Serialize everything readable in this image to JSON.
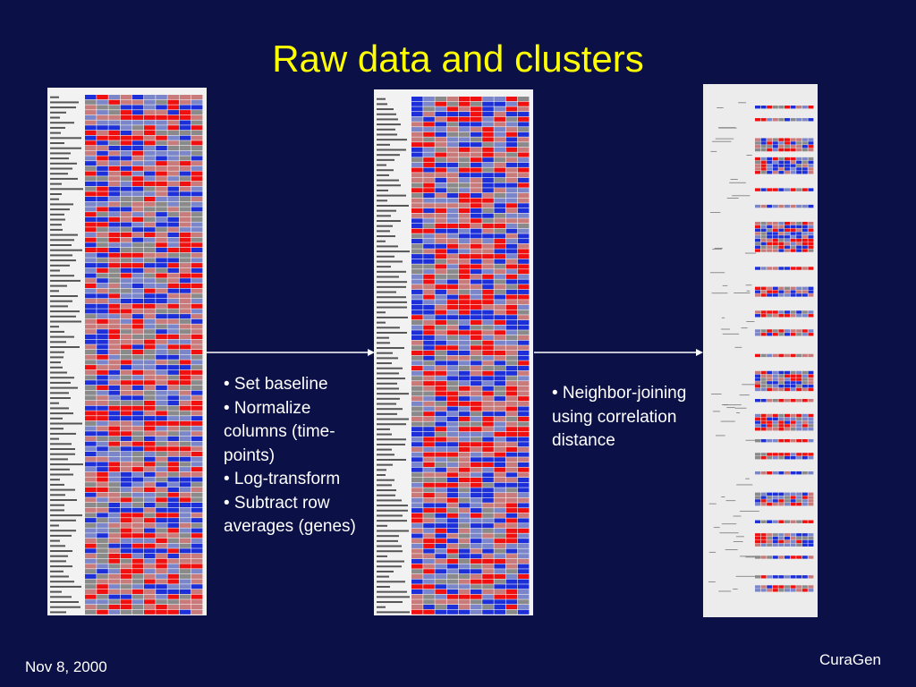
{
  "title": "Raw data and clusters",
  "steps_left": [
    "• Set baseline",
    "• Normalize columns (time-points)",
    "• Log-transform",
    "• Subtract row averages (genes)"
  ],
  "steps_right": [
    "• Neighbor-joining using correlation distance"
  ],
  "footer": {
    "date": "Nov 8, 2000",
    "company": "CuraGen"
  },
  "heatmap_colors": {
    "red": "#f01010",
    "light_red": "#c97a7a",
    "blue": "#1c2fd8",
    "light_blue": "#7a86c9",
    "gray": "#8a8a8a",
    "background": "#0b1046",
    "title_color": "#ffff00"
  }
}
